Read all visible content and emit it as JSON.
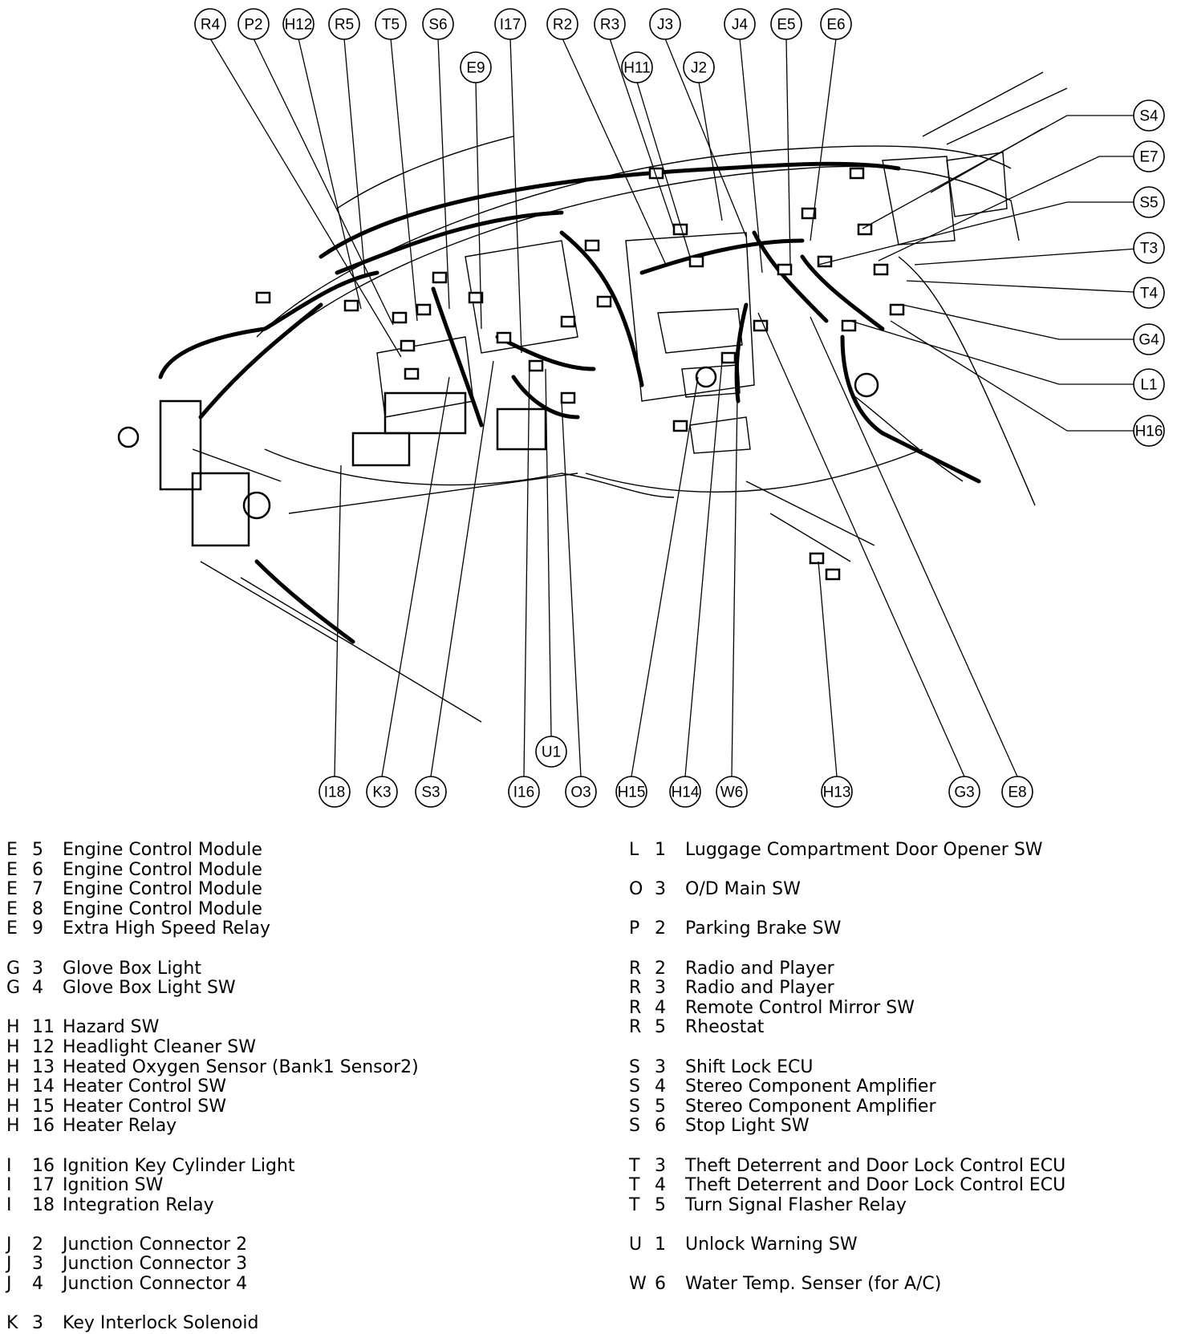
{
  "callouts": {
    "R4": "R4",
    "P2": "P2",
    "H12": "H12",
    "R5": "R5",
    "T5": "T5",
    "S6": "S6",
    "E9": "E9",
    "I17": "I17",
    "R2": "R2",
    "R3": "R3",
    "H11": "H11",
    "J3": "J3",
    "J2": "J2",
    "J4": "J4",
    "E5": "E5",
    "E6": "E6",
    "S4": "S4",
    "E7": "E7",
    "S5": "S5",
    "T3": "T3",
    "T4": "T4",
    "G4": "G4",
    "L1": "L1",
    "H16": "H16",
    "U1": "U1",
    "I18": "I18",
    "K3": "K3",
    "S3": "S3",
    "I16": "I16",
    "O3": "O3",
    "H15": "H15",
    "H14": "H14",
    "W6": "W6",
    "H13": "H13",
    "G3": "G3",
    "E8": "E8"
  },
  "legend_left": [
    {
      "letter": "E",
      "num": "5",
      "desc": "Engine Control Module"
    },
    {
      "letter": "E",
      "num": "6",
      "desc": "Engine Control Module"
    },
    {
      "letter": "E",
      "num": "7",
      "desc": "Engine Control Module"
    },
    {
      "letter": "E",
      "num": "8",
      "desc": "Engine Control Module"
    },
    {
      "letter": "E",
      "num": "9",
      "desc": "Extra High Speed Relay"
    },
    null,
    {
      "letter": "G",
      "num": "3",
      "desc": "Glove Box Light"
    },
    {
      "letter": "G",
      "num": "4",
      "desc": "Glove Box Light SW"
    },
    null,
    {
      "letter": "H",
      "num": "11",
      "desc": "Hazard SW"
    },
    {
      "letter": "H",
      "num": "12",
      "desc": "Headlight Cleaner SW"
    },
    {
      "letter": "H",
      "num": "13",
      "desc": "Heated Oxygen Sensor (Bank1 Sensor2)"
    },
    {
      "letter": "H",
      "num": "14",
      "desc": "Heater Control SW"
    },
    {
      "letter": "H",
      "num": "15",
      "desc": "Heater Control SW"
    },
    {
      "letter": "H",
      "num": "16",
      "desc": "Heater Relay"
    },
    null,
    {
      "letter": "I",
      "num": "16",
      "desc": "Ignition Key Cylinder Light"
    },
    {
      "letter": "I",
      "num": "17",
      "desc": "Ignition SW"
    },
    {
      "letter": "I",
      "num": "18",
      "desc": "Integration Relay"
    },
    null,
    {
      "letter": "J",
      "num": "2",
      "desc": "Junction Connector 2"
    },
    {
      "letter": "J",
      "num": "3",
      "desc": "Junction Connector 3"
    },
    {
      "letter": "J",
      "num": "4",
      "desc": "Junction Connector 4"
    },
    null,
    {
      "letter": "K",
      "num": "3",
      "desc": "Key Interlock Solenoid"
    }
  ],
  "legend_right": [
    {
      "letter": "L",
      "num": "1",
      "desc": "Luggage Compartment Door Opener SW"
    },
    null,
    {
      "letter": "O",
      "num": "3",
      "desc": "O/D Main SW"
    },
    null,
    {
      "letter": "P",
      "num": "2",
      "desc": "Parking Brake SW"
    },
    null,
    {
      "letter": "R",
      "num": "2",
      "desc": "Radio and Player"
    },
    {
      "letter": "R",
      "num": "3",
      "desc": "Radio and Player"
    },
    {
      "letter": "R",
      "num": "4",
      "desc": "Remote Control Mirror SW"
    },
    {
      "letter": "R",
      "num": "5",
      "desc": "Rheostat"
    },
    null,
    {
      "letter": "S",
      "num": "3",
      "desc": "Shift Lock ECU"
    },
    {
      "letter": "S",
      "num": "4",
      "desc": "Stereo Component Amplifier"
    },
    {
      "letter": "S",
      "num": "5",
      "desc": "Stereo Component Amplifier"
    },
    {
      "letter": "S",
      "num": "6",
      "desc": "Stop Light SW"
    },
    null,
    {
      "letter": "T",
      "num": "3",
      "desc": "Theft Deterrent and Door Lock Control ECU"
    },
    {
      "letter": "T",
      "num": "4",
      "desc": "Theft Deterrent and Door Lock Control ECU"
    },
    {
      "letter": "T",
      "num": "5",
      "desc": "Turn Signal Flasher Relay"
    },
    null,
    {
      "letter": "U",
      "num": "1",
      "desc": "Unlock Warning SW"
    },
    null,
    {
      "letter": "W",
      "num": "6",
      "desc": "Water Temp. Senser (for A/C)"
    }
  ]
}
